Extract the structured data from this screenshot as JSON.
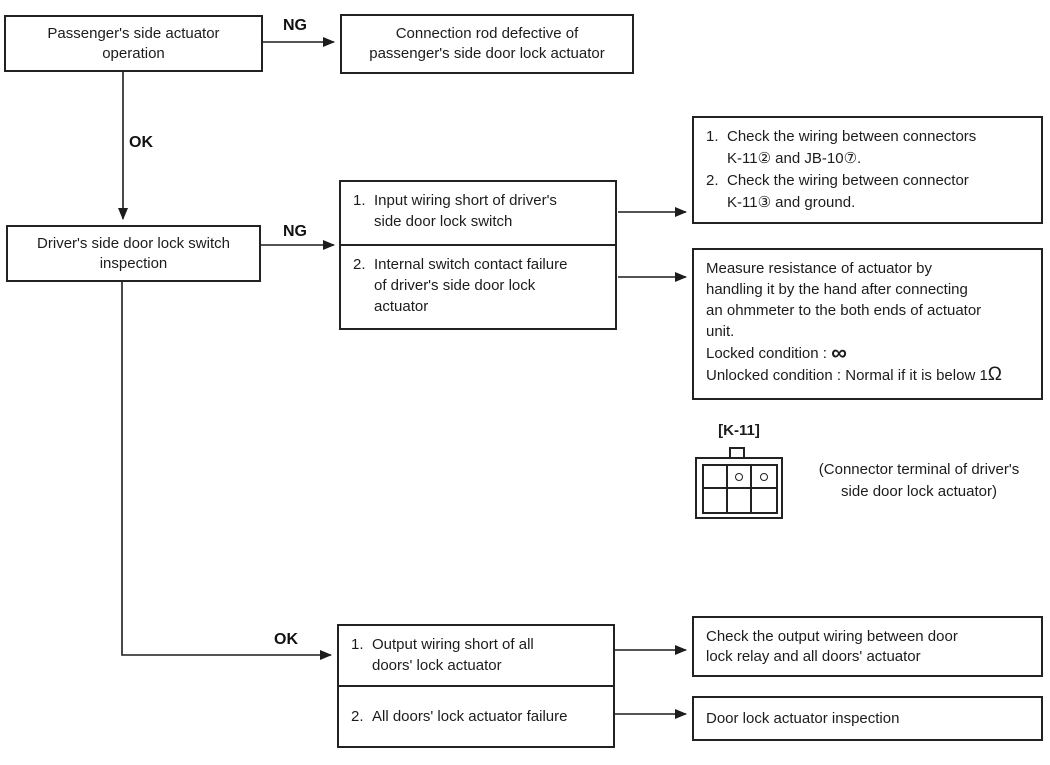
{
  "edge_labels": {
    "ng_passenger": "NG",
    "ok_passenger": "OK",
    "ng_driver": "NG",
    "ok_driver": "OK"
  },
  "boxes": {
    "passenger_operation": {
      "text": "Passenger's side actuator\noperation"
    },
    "connection_rod": {
      "text": "Connection rod defective of\npassenger's side door lock actuator"
    },
    "driver_switch": {
      "text": "Driver's side door lock switch\ninspection"
    },
    "driver_causes": {
      "items": [
        {
          "num": "1.",
          "text": "Input wiring short of driver's\nside door lock switch"
        },
        {
          "num": "2.",
          "text": "Internal switch contact failure\nof driver's side door lock\nactuator"
        }
      ]
    },
    "check_wiring": {
      "items": [
        {
          "num": "1.",
          "text": "Check the wiring between connectors\nK-11② and JB-10⑦."
        },
        {
          "num": "2.",
          "text": "Check the wiring between connector\nK-11③ and ground."
        }
      ]
    },
    "measure_resistance": {
      "text": "Measure resistance of actuator by\nhandling it by the hand after connecting\nan ohmmeter to the both ends of actuator\nunit.",
      "locked_label": "Locked condition : ",
      "locked_value": "∞",
      "unlocked_label": "Unlocked condition : Normal if it is below 1",
      "unlocked_value": "Ω"
    },
    "output_causes": {
      "items": [
        {
          "num": "1.",
          "text": "Output wiring short of all\ndoors' lock actuator"
        },
        {
          "num": "2.",
          "text": "All doors' lock actuator failure"
        }
      ]
    },
    "check_output": {
      "text": "Check the output wiring between door\nlock relay and all doors' actuator"
    },
    "actuator_inspection": {
      "text": "Door lock actuator inspection"
    }
  },
  "connector": {
    "label": "[K-11]",
    "caption": "(Connector terminal of driver's\nside door lock actuator)"
  }
}
